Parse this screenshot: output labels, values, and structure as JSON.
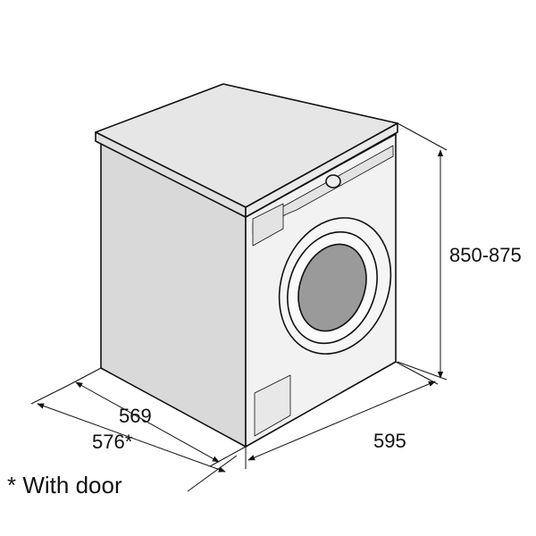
{
  "dimensions": {
    "height": "850-875",
    "width": "595",
    "depth": "569",
    "depth_with_door": "576*",
    "footnote": "* With door"
  },
  "colors": {
    "body": "#d9d9d9",
    "top": "#e6e6e6",
    "front": "#f2f2f2",
    "porthole": "#9a9a9a",
    "line": "#111111"
  }
}
